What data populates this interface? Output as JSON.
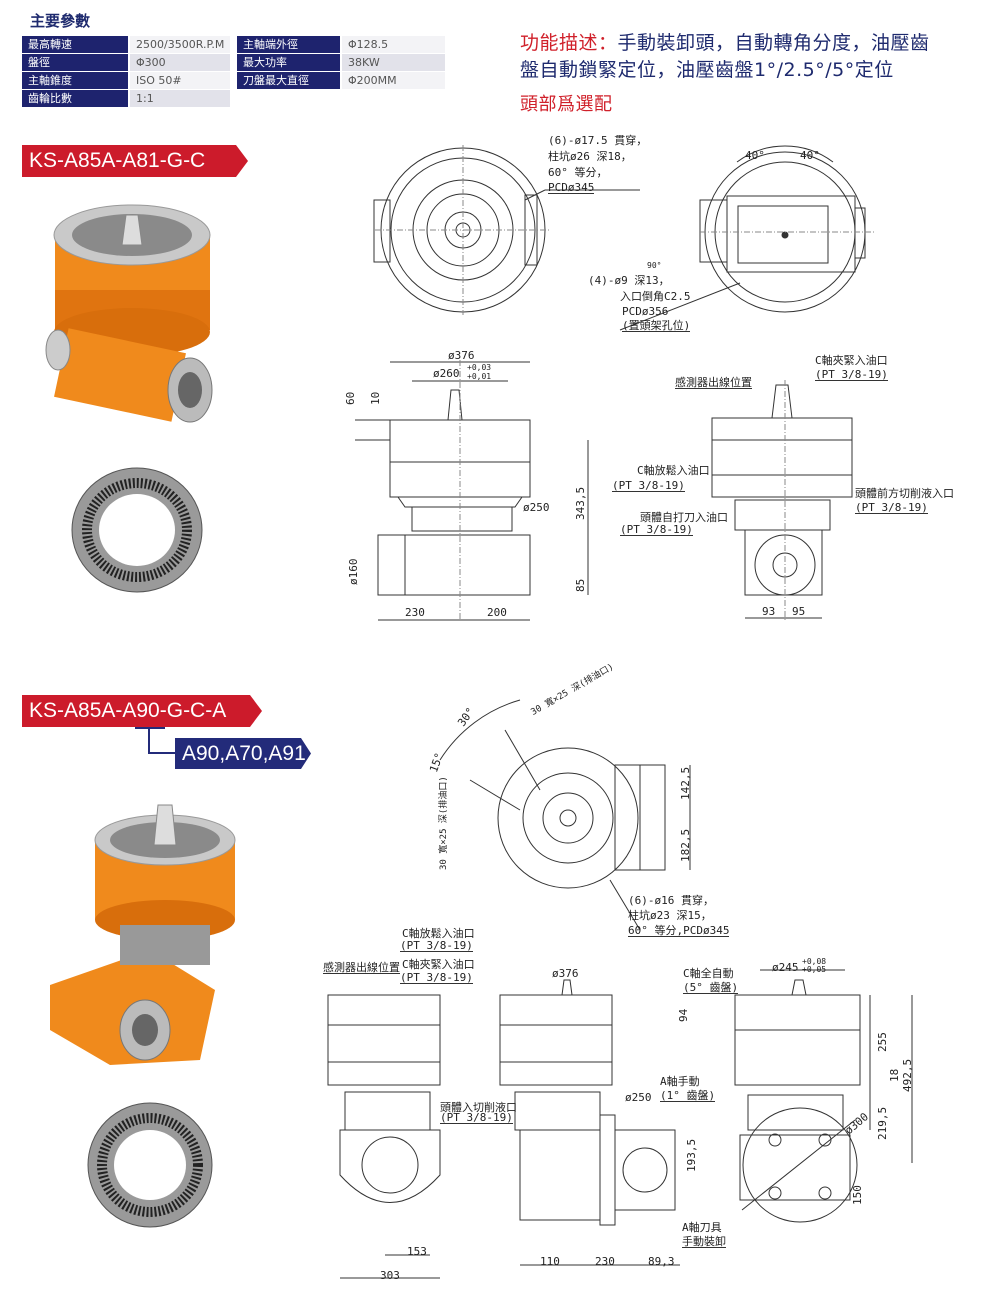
{
  "specs": {
    "title": "主要參數",
    "rows": [
      {
        "k1": "最高轉速",
        "v1": "2500/3500R.P.M",
        "k2": "主軸端外徑",
        "v2": "Φ128.5"
      },
      {
        "k1": "盤徑",
        "v1": "Φ300",
        "k2": "最大功率",
        "v2": "38KW"
      },
      {
        "k1": "主軸錐度",
        "v1": "ISO 50#",
        "k2": "刀盤最大直徑",
        "v2": "Φ200MM"
      },
      {
        "k1": "齒輪比數",
        "v1": "1:1"
      }
    ]
  },
  "description": {
    "lead": "功能描述：",
    "line1": "手動裝卸頭，自動轉角分度，油壓齒",
    "line2": "盤自動鎖緊定位，油壓齒盤1°/2.5°/5°定位",
    "note": "頭部爲選配"
  },
  "models": [
    {
      "name": "KS-A85A-A81-G-C"
    },
    {
      "name": "KS-A85A-A90-G-C-A",
      "variants": "A90,A70,A91"
    }
  ],
  "colors": {
    "brand_red": "#cc1b2b",
    "brand_navy": "#232b7a",
    "product_orange": "#f08a1c"
  },
  "drawing": {
    "labels": [
      "(6)-ø17.5 貫穿，",
      "柱坑ø26 深18，",
      "60° 等分，",
      "PCDø345",
      "(4)-ø9 深13，",
      "入口倒角C2.5",
      "PCDø356",
      "(置頭架孔位)",
      "40°",
      "40°",
      "90°",
      "ø376",
      "ø260",
      "60",
      "10",
      "ø250",
      "343,5",
      "ø160",
      "85",
      "230",
      "200",
      "C軸夾緊入油口",
      "(PT 3/8-19)",
      "感測器出線位置",
      "C軸放鬆入油口",
      "(PT 3/8-19)",
      "頭體前方切削液入口",
      "(PT 3/8-19)",
      "頭體自打刀入油口",
      "(PT 3/8-19)",
      "93",
      "95",
      "30°",
      "30 寬×25 深(排油口)",
      "15°",
      "30 寬×25 深(排油口)",
      "142,5",
      "182,5",
      "(6)-ø16 貫穿，",
      "柱坑ø23 深15，",
      "60° 等分,PCDø345",
      "C軸放鬆入油口",
      "(PT 3/8-19)",
      "感測器出線位置",
      "C軸夾緊入油口",
      "(PT 3/8-19)",
      "ø376",
      "C軸全自動",
      "(5° 齒盤)",
      "ø245",
      "94",
      "255",
      "18",
      "492,5",
      "A軸手動",
      "(1° 齒盤)",
      "ø250",
      "頭體入切削液口",
      "(PT 3/8-19)",
      "ø300",
      "219,5",
      "193,5",
      "150",
      "A軸刀具",
      "手動裝卸",
      "153",
      "110",
      "230",
      "89,3",
      "303",
      "+0,03",
      "+0,01",
      "+0,08",
      "+0,05"
    ]
  }
}
